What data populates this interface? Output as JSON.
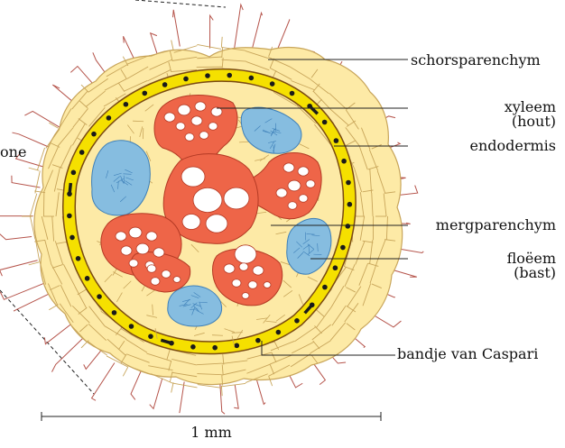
{
  "labels": {
    "schorsparenchym": "schorsparenchym",
    "xyleem": "xyleem",
    "xyleem_sub": "(hout)",
    "endodermis": "endodermis",
    "mergparenchym": "mergparenchym",
    "floeem": "floëem",
    "floeem_sub": "(bast)",
    "caspari": "bandje van Caspari",
    "zone_fragment": "one"
  },
  "scale_bar": {
    "label": "1 mm"
  },
  "colors": {
    "cortex": "#fdeaa6",
    "cell_line": "#c8a55a",
    "root_hair": "#b5534a",
    "endodermis": "#f5e000",
    "endodermis_edge": "#7a4a12",
    "xylem": "#ee6548",
    "phloem": "#86bde0",
    "phloem_line": "#3d7fb8",
    "leader": "#222222"
  }
}
